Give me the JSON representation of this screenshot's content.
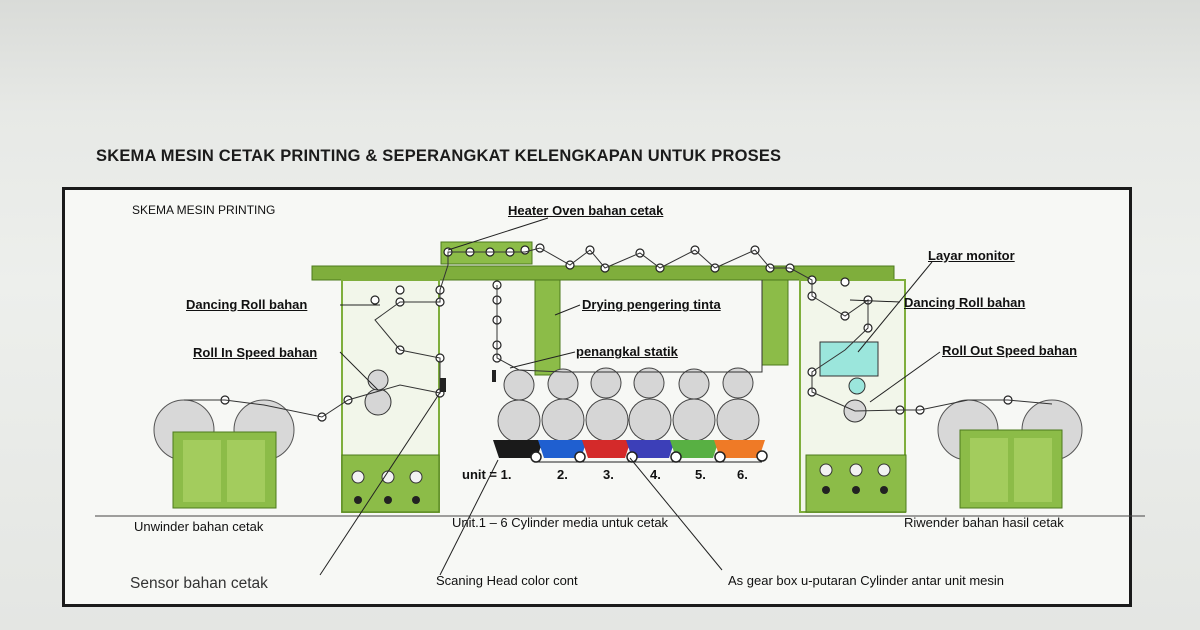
{
  "title": "SKEMA MESIN CETAK PRINTING  & SEPERANGKAT KELENGKAPAN  UNTUK PROSES",
  "diagram": {
    "subtitle": "SKEMA MESIN PRINTING",
    "labels": {
      "heater_oven": "Heater Oven bahan cetak",
      "dancing_roll_left": "Dancing Roll bahan",
      "roll_in_speed": "Roll In Speed bahan",
      "drying": "Drying pengering tinta",
      "penangkal": "penangkal statik",
      "layar_monitor": "Layar monitor",
      "dancing_roll_right": "Dancing Roll bahan",
      "roll_out_speed": "Roll Out Speed bahan",
      "unit_prefix": "unit = 1.",
      "unwinder": "Unwinder bahan cetak",
      "cylinder_media": "Unit.1 – 6 Cylinder media untuk cetak",
      "riwender": "Riwender bahan hasil cetak",
      "sensor": "Sensor bahan cetak",
      "scaning_head": "Scaning Head color cont",
      "gear_box": "As gear box  u-putaran Cylinder antar  unit mesin"
    },
    "unit_numbers": [
      "2.",
      "3.",
      "4.",
      "5.",
      "6."
    ],
    "ink_colors": [
      "#1a1a1a",
      "#1f5fd0",
      "#d42a2a",
      "#3c3fb8",
      "#58b043",
      "#ef7a26"
    ],
    "machine_color": "#7fae3c",
    "machine_dark": "#4d7a1d"
  }
}
